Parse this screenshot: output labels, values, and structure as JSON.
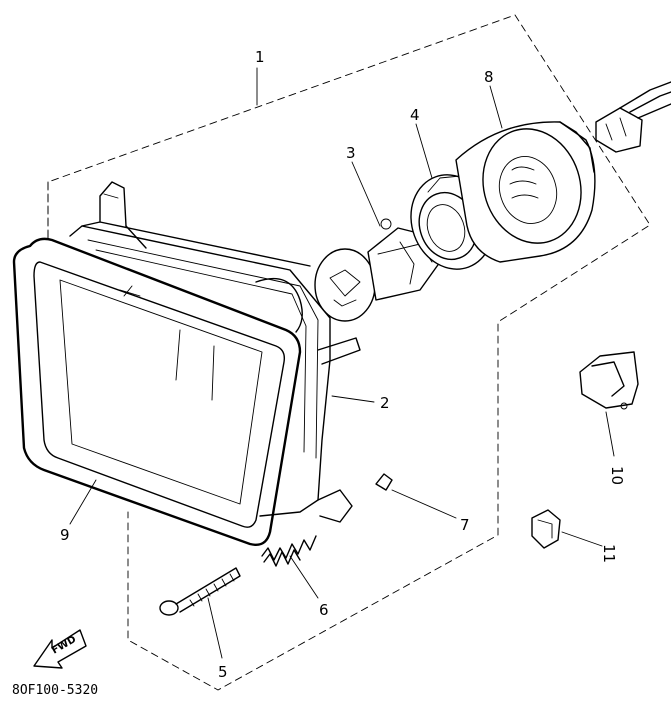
{
  "diagram": {
    "drawing_code": "8OF100-5320",
    "fwd_label": "FWD",
    "callouts": {
      "c1": "1",
      "c2": "2",
      "c3": "3",
      "c4": "4",
      "c5": "5",
      "c6": "6",
      "c7": "7",
      "c8": "8",
      "c9": "9",
      "c10": "10",
      "c11": "11"
    }
  }
}
